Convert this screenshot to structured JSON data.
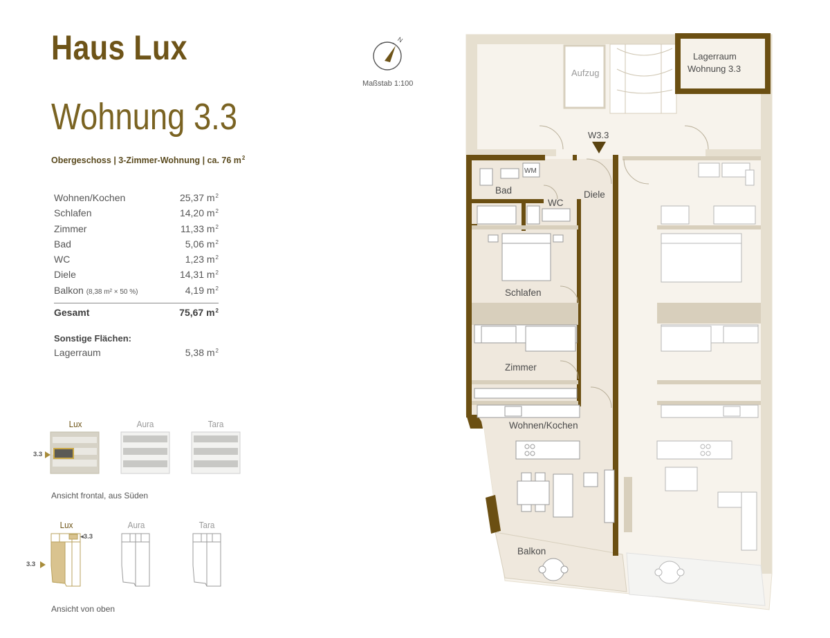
{
  "header": {
    "house_name": "Haus Lux",
    "unit_name": "Wohnung 3.3",
    "subtitle": "Obergeschoss | 3-Zimmer-Wohnung | ca. 76 m",
    "subtitle_sup": "2"
  },
  "areas": {
    "rows": [
      {
        "name": "Wohnen/Kochen",
        "value": "25,37 m"
      },
      {
        "name": "Schlafen",
        "value": "14,20 m"
      },
      {
        "name": "Zimmer",
        "value": "11,33 m"
      },
      {
        "name": "Bad",
        "value": "5,06 m"
      },
      {
        "name": "WC",
        "value": "1,23 m"
      },
      {
        "name": "Diele",
        "value": "14,31 m"
      },
      {
        "name": "Balkon",
        "note": "(8,38 m² × 50 %)",
        "value": "4,19 m"
      }
    ],
    "unit_sup": "2",
    "total_label": "Gesamt",
    "total_value": "75,67 m",
    "other_heading": "Sonstige Flächen:",
    "other_rows": [
      {
        "name": "Lagerraum",
        "value": "5,38 m"
      }
    ]
  },
  "facade_view": {
    "houses": [
      "Lux",
      "Aura",
      "Tara"
    ],
    "active": "Lux",
    "marker": "3.3",
    "caption": "Ansicht frontal, aus Süden"
  },
  "top_view": {
    "houses": [
      "Lux",
      "Aura",
      "Tara"
    ],
    "marker_left": "3.3",
    "marker_right": "3.3",
    "caption": "Ansicht von oben"
  },
  "compass": {
    "north_label": "N",
    "scale_label": "Maßstab 1:100"
  },
  "plan": {
    "labels": {
      "elevator": "Aufzug",
      "storage_line1": "Lagerraum",
      "storage_line2": "Wohnung 3.3",
      "entrance": "W3.3",
      "bath": "Bad",
      "washer": "WM",
      "wc": "WC",
      "hall": "Diele",
      "bedroom": "Schlafen",
      "room": "Zimmer",
      "living": "Wohnen/Kochen",
      "balcony": "Balkon"
    }
  },
  "colors": {
    "brand_gold": "#6e5418",
    "wall_dark": "#6b4f12",
    "wall_light": "#e6dfcf",
    "unit_fill": "#efe8dd",
    "highlight_fill": "#d9c38f"
  }
}
